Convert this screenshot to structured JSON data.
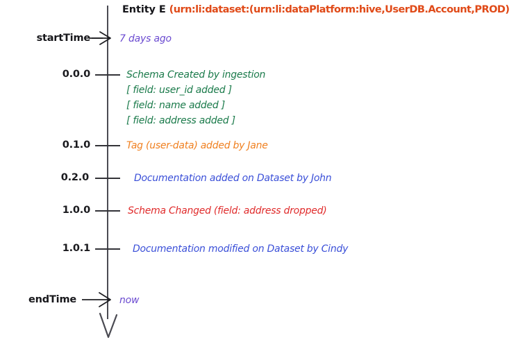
{
  "diagram": {
    "kind": "entity-version-timeline",
    "title": {
      "entity_label": "Entity E",
      "urn": "(urn:li:dataset:(urn:li:dataPlatform:hive,UserDB.Account,PROD)",
      "entity_color": "#16161a",
      "urn_color": "#e04a18"
    },
    "axis": {
      "color": "#4a4a52",
      "direction": "downward",
      "arrowhead": "open-v-down"
    },
    "boundaries": [
      {
        "name": "startTime",
        "label": "startTime",
        "value": "7 days ago",
        "value_color": "#6a4ad0",
        "arrow": "right"
      },
      {
        "name": "endTime",
        "label": "endTime",
        "value": "now",
        "value_color": "#6a4ad0",
        "arrow": "right"
      }
    ],
    "events": [
      {
        "version": "0.0.0",
        "text": "Schema Created by ingestion",
        "color": "#1a7a4a",
        "category": "schema",
        "details": [
          "[ field: user_id added ]",
          "[ field: name added ]",
          "[ field: address added ]"
        ]
      },
      {
        "version": "0.1.0",
        "text": "Tag (user-data) added by Jane",
        "color": "#f08020",
        "category": "tag",
        "details": []
      },
      {
        "version": "0.2.0",
        "text": "Documentation added on Dataset by John",
        "color": "#3a4fd8",
        "category": "documentation",
        "details": []
      },
      {
        "version": "1.0.0",
        "text": "Schema Changed (field: address dropped)",
        "color": "#e02b2b",
        "category": "schema",
        "details": []
      },
      {
        "version": "1.0.1",
        "text": "Documentation modified on Dataset by Cindy",
        "color": "#3a4fd8",
        "category": "documentation",
        "details": []
      }
    ]
  }
}
